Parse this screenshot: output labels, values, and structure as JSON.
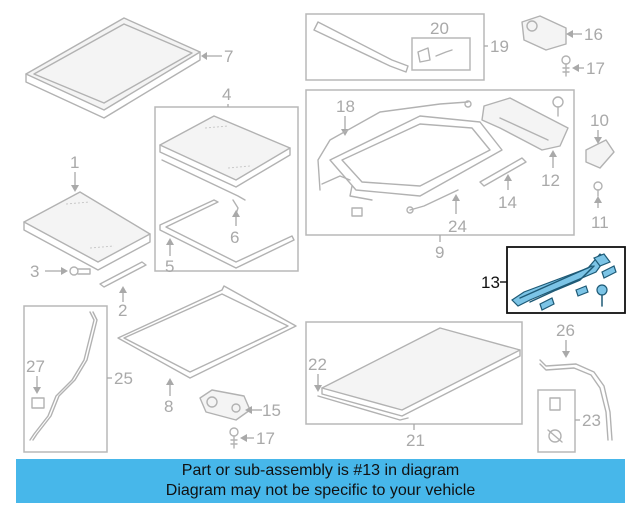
{
  "callouts": {
    "c1": "1",
    "c2": "2",
    "c3": "3",
    "c4": "4",
    "c5": "5",
    "c6": "6",
    "c7": "7",
    "c8": "8",
    "c9": "9",
    "c10": "10",
    "c11": "11",
    "c12": "12",
    "c13": "13",
    "c14": "14",
    "c15": "15",
    "c16": "16",
    "c17a": "17",
    "c17b": "17",
    "c18": "18",
    "c19": "19",
    "c20": "20",
    "c21": "21",
    "c22": "22",
    "c23": "23",
    "c24": "24",
    "c25": "25",
    "c26": "26",
    "c27": "27"
  },
  "highlight": {
    "part_number": "13",
    "color": "#7cc4e6"
  },
  "banner": {
    "line1": "Part or sub-assembly is #13 in diagram",
    "line2": "Diagram may not be specific to your vehicle",
    "background": "#47b7ea"
  }
}
